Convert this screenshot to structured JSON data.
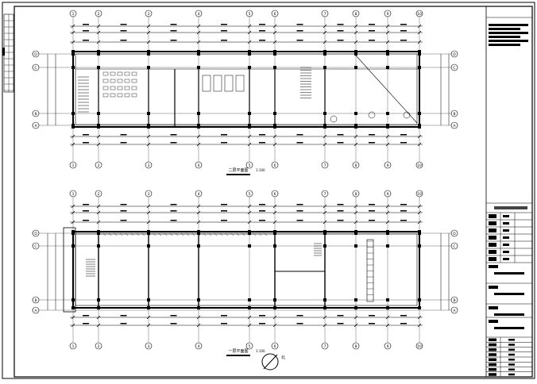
{
  "drawing": {
    "columns": [
      "1",
      "2",
      "3",
      "4",
      "5",
      "6",
      "7",
      "8",
      "9",
      "10"
    ],
    "rows_top": [
      "D",
      "C",
      "B",
      "A"
    ],
    "rows_bottom": [
      "D",
      "C",
      "B",
      "A"
    ],
    "plan_upper": {
      "title": "二层平面图",
      "scale": "1:100"
    },
    "plan_lower": {
      "title": "一层平面图",
      "scale": "1:100"
    },
    "north_label": "北"
  },
  "colors": {
    "line": "#000000",
    "paper": "#ffffff"
  }
}
